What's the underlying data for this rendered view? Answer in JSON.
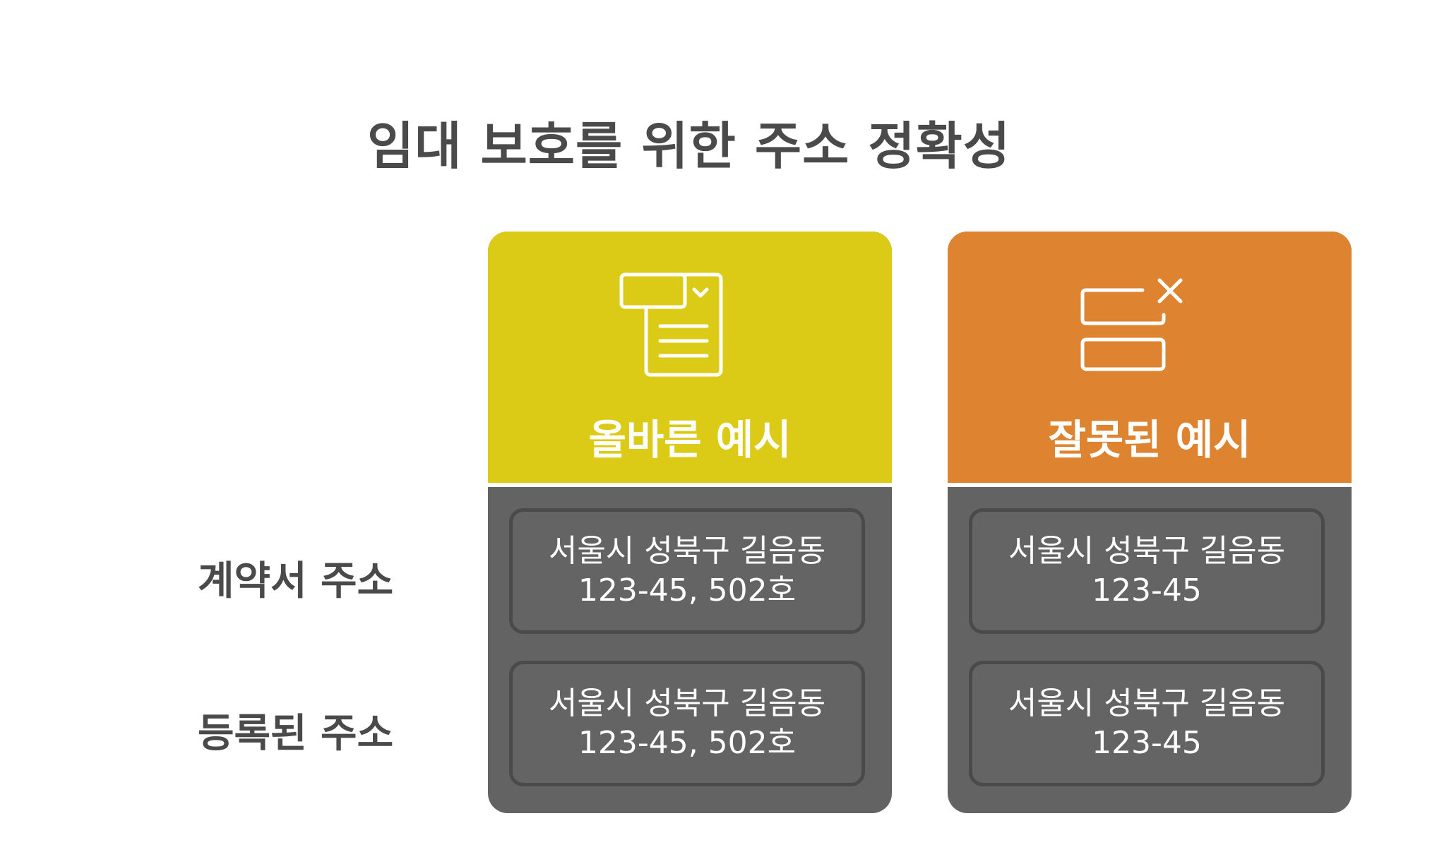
{
  "title": "임대 보호를 위한 주소 정확성",
  "rows": [
    {
      "label": "계약서 주소"
    },
    {
      "label": "등록된 주소"
    }
  ],
  "columns": [
    {
      "header": "올바른 예시",
      "color": "#dccb16",
      "icon": "document-check-icon",
      "cells": [
        {
          "line1": "서울시 성북구 길음동",
          "line2": "123-45, 502호"
        },
        {
          "line1": "서울시 성북구 길음동",
          "line2": "123-45, 502호"
        }
      ]
    },
    {
      "header": "잘못된 예시",
      "color": "#de8431",
      "icon": "mismatch-x-icon",
      "cells": [
        {
          "line1": "서울시 성북구 길음동",
          "line2": "123-45"
        },
        {
          "line1": "서울시 성북구 길음동",
          "line2": "123-45"
        }
      ]
    }
  ]
}
